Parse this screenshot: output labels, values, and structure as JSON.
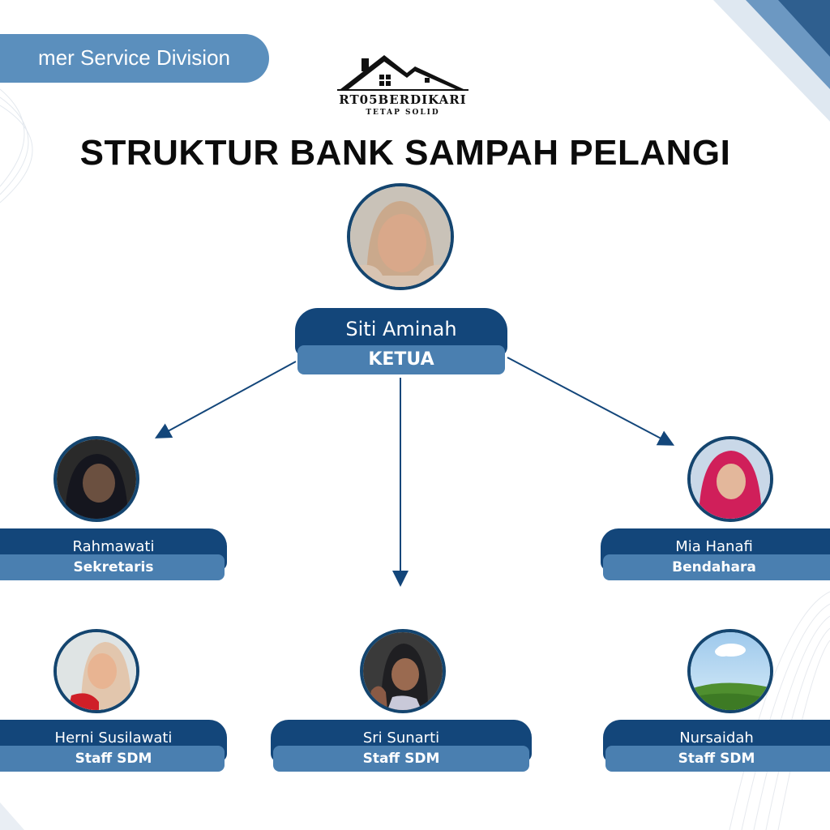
{
  "header": {
    "division_label": "mer Service Division",
    "logo_name": "RT05BERDIKARI",
    "logo_tagline": "TETAP SOLID",
    "title": "STRUKTUR BANK SAMPAH PELANGI"
  },
  "colors": {
    "dark_blue": "#13467a",
    "mid_blue": "#4a7fb0",
    "pill_blue": "#5b8fbd"
  },
  "members": {
    "ketua": {
      "name": "Siti Aminah",
      "role": "KETUA"
    },
    "sekretaris": {
      "name": "Rahmawati",
      "role": "Sekretaris"
    },
    "bendahara": {
      "name": "Mia Hanafi",
      "role": "Bendahara"
    },
    "staff1": {
      "name": "Herni Susilawati",
      "role": "Staff SDM"
    },
    "staff2": {
      "name": "Sri Sunarti",
      "role": "Staff SDM"
    },
    "staff3": {
      "name": "Nursaidah",
      "role": "Staff SDM"
    }
  }
}
